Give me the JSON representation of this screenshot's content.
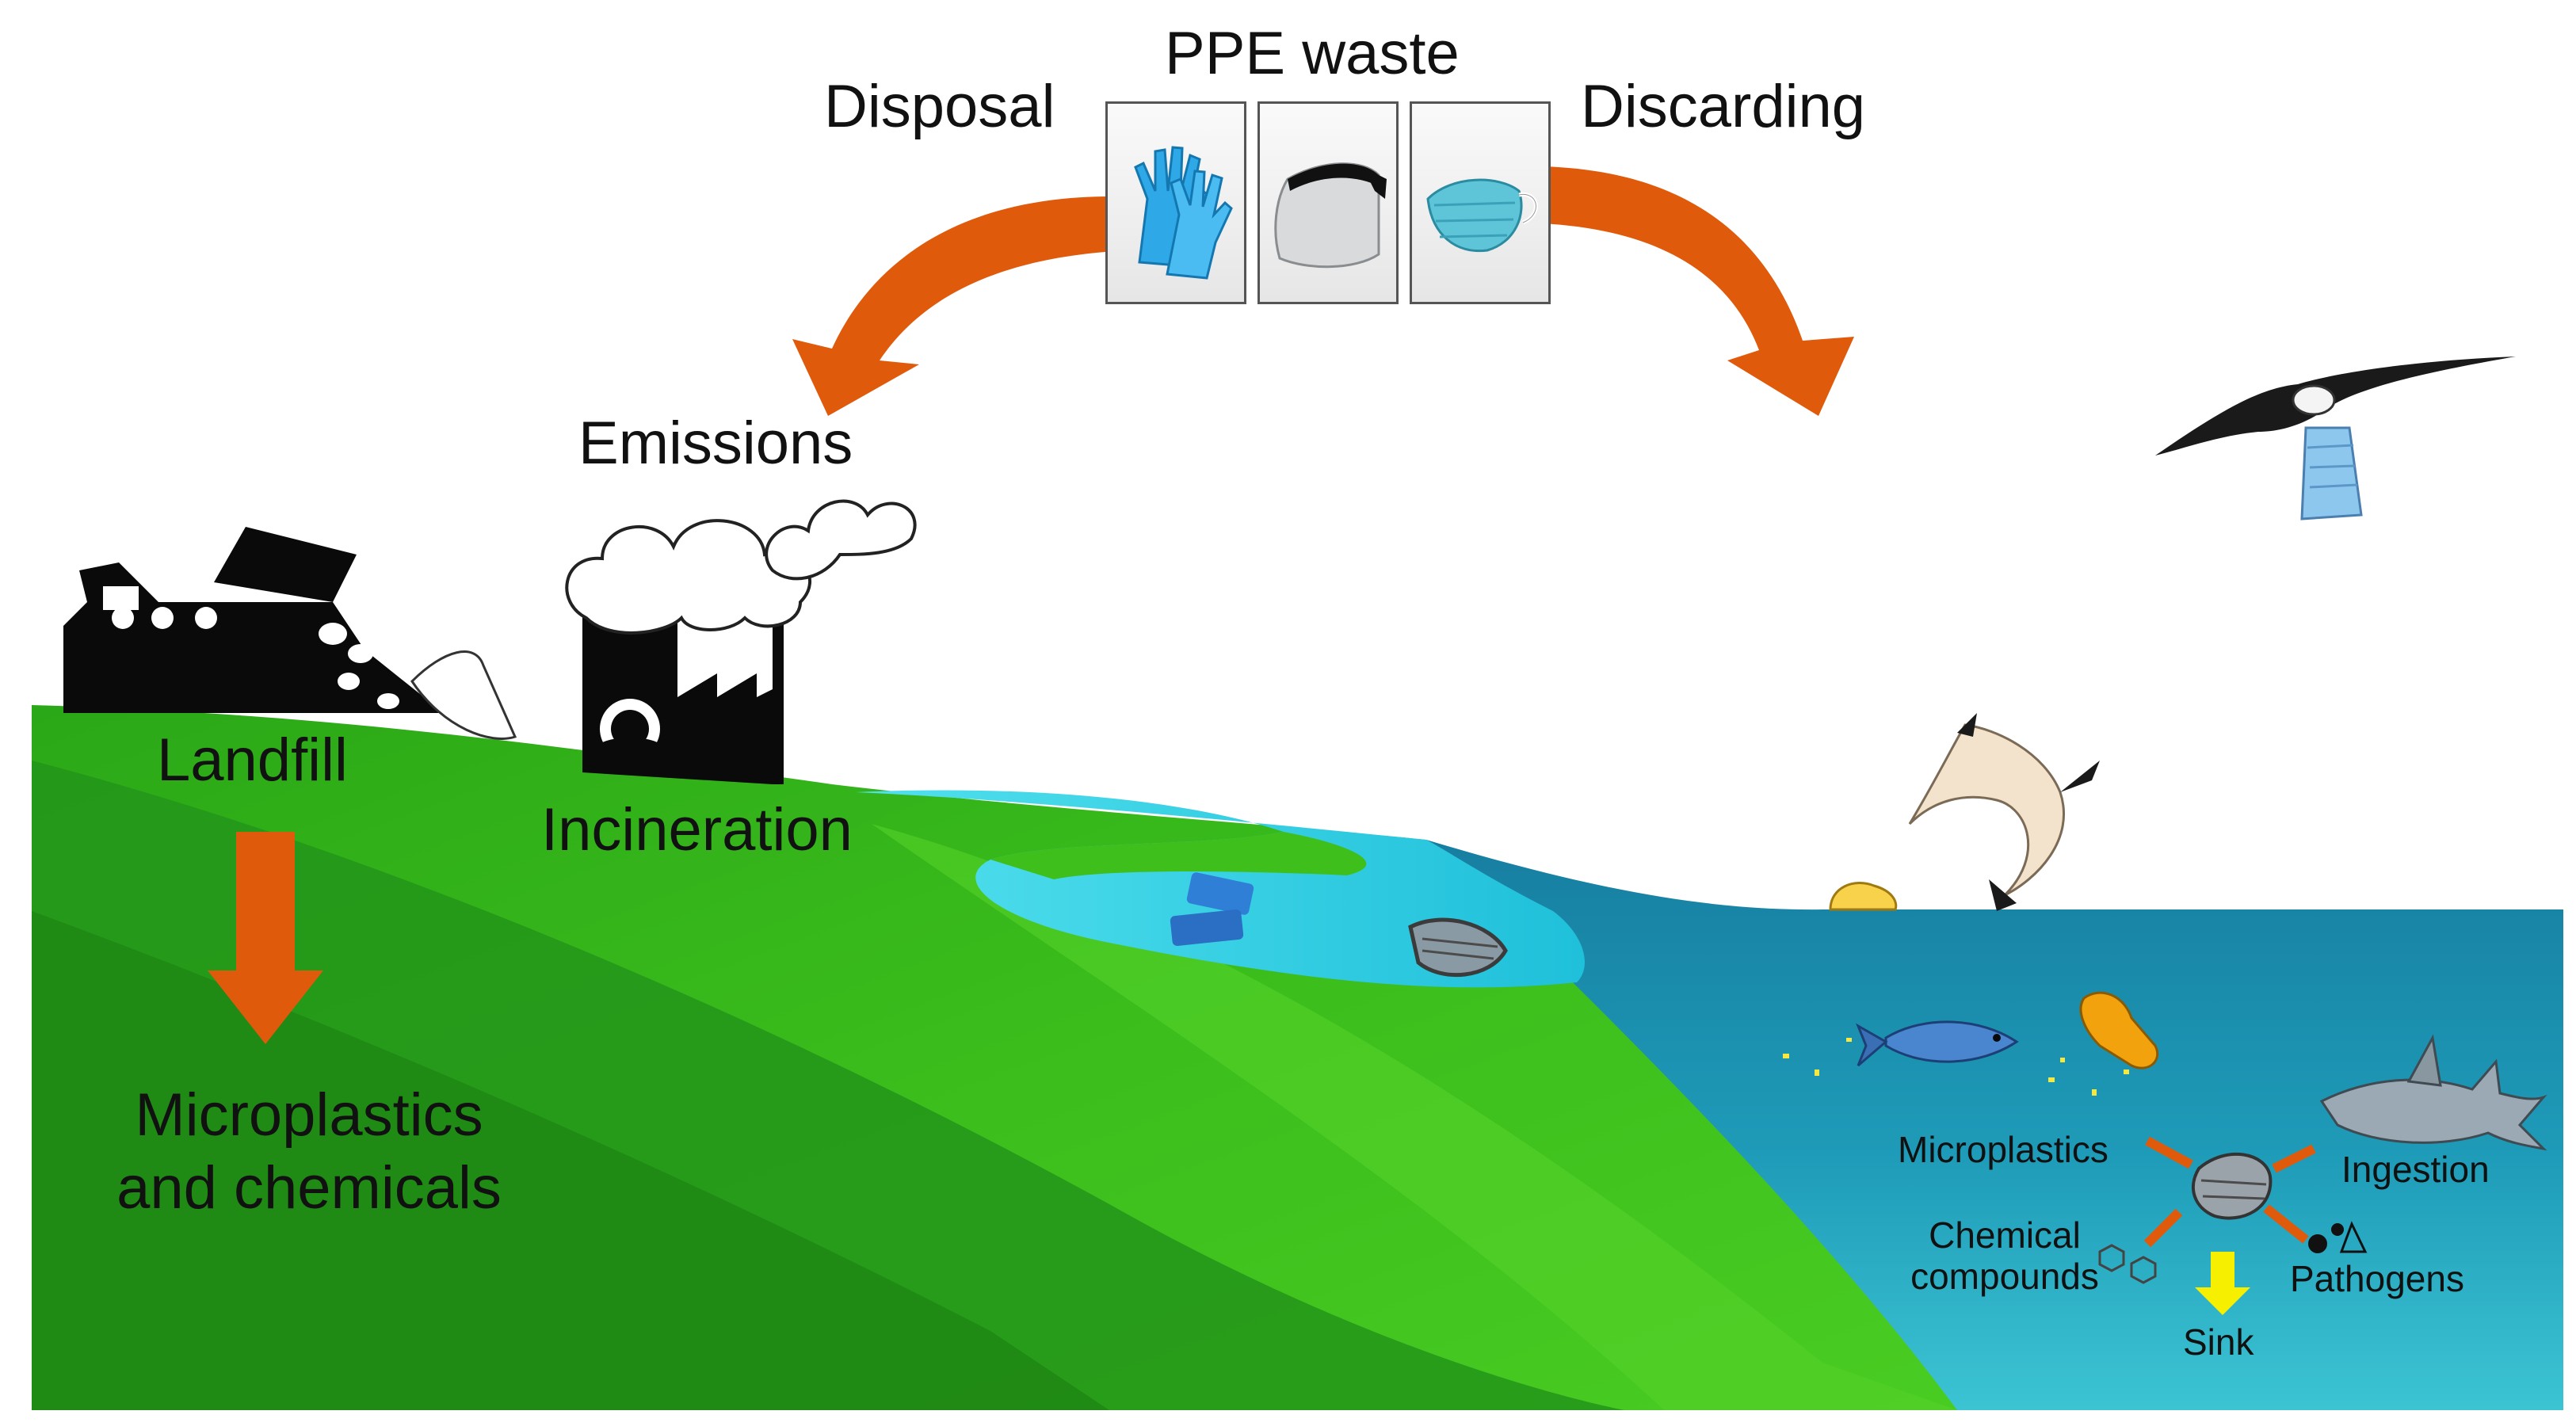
{
  "labels": {
    "ppe_waste": "PPE waste",
    "disposal": "Disposal",
    "discarding": "Discarding",
    "emissions": "Emissions",
    "landfill": "Landfill",
    "incineration": "Incineration",
    "microplastics_and_chemicals_line1": "Microplastics",
    "microplastics_and_chemicals_line2": "and chemicals",
    "microplastics": "Microplastics",
    "ingestion": "Ingestion",
    "chemical_compounds_line1": "Chemical",
    "chemical_compounds_line2": "compounds",
    "pathogens": "Pathogens",
    "sink": "Sink"
  },
  "ppe_items": [
    {
      "icon": "gloves-icon"
    },
    {
      "icon": "face-shield-icon"
    },
    {
      "icon": "face-mask-icon"
    }
  ],
  "colors": {
    "arrow": "#e05a0c",
    "grass_light": "#3fc01b",
    "grass_dark": "#1f8f14",
    "river": "#33cde0",
    "ocean_top": "#1a84a5",
    "ocean_bottom": "#2fb6c8",
    "glove_blue": "#2ea8e6",
    "glove_yellow": "#f2a20c",
    "sink_arrow": "#f7ef00"
  }
}
